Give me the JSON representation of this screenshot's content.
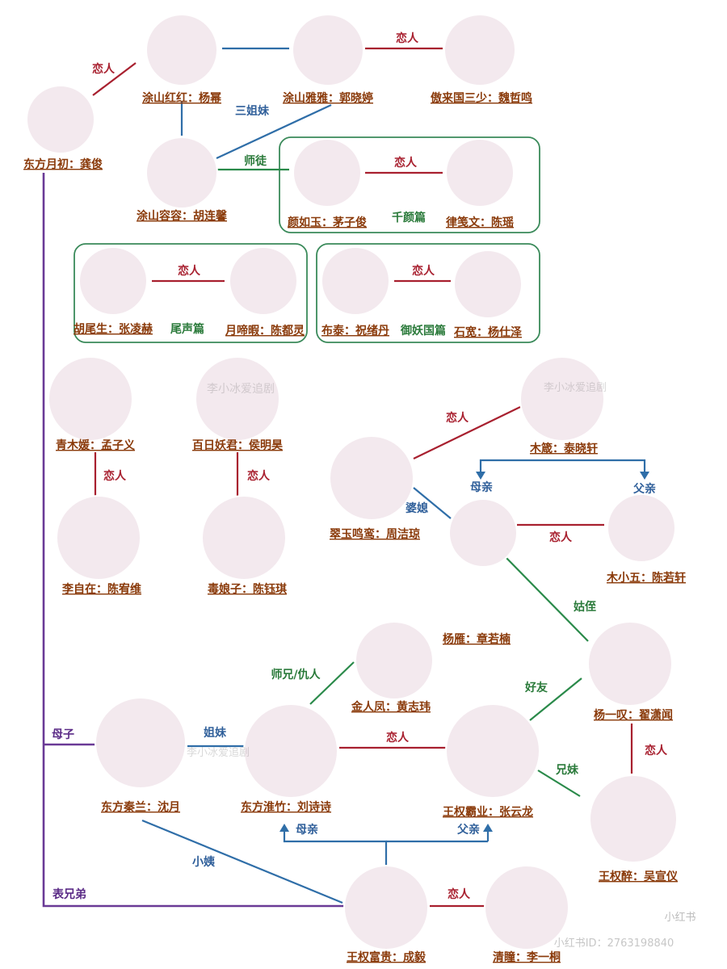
{
  "colors": {
    "red": "#a8202f",
    "blue": "#2f6ea8",
    "green": "#2a8a4a",
    "purple": "#6a3a96",
    "name": "#8a3a0a"
  },
  "people": [
    {
      "id": "tushan-honghong",
      "label": "涂山红红：杨幂"
    },
    {
      "id": "tushan-yaya",
      "label": "涂山雅雅：郭晓婷"
    },
    {
      "id": "aolai-sanshao",
      "label": "傲来国三少：魏哲鸣"
    },
    {
      "id": "dongfang-yuechu",
      "label": "东方月初：龚俊"
    },
    {
      "id": "tushan-rongrong",
      "label": "涂山容容：胡连馨"
    },
    {
      "id": "yan-ruyu",
      "label": "颜如玉：茅子俊"
    },
    {
      "id": "lv-jianwen",
      "label": "律笺文：陈瑶"
    },
    {
      "id": "hu-weisheng",
      "label": "胡尾生：张凌赫"
    },
    {
      "id": "yue-tixia",
      "label": "月啼暇：陈都灵"
    },
    {
      "id": "bu-tai",
      "label": "布泰：祝绪丹"
    },
    {
      "id": "shi-kuan",
      "label": "石宽：杨仕泽"
    },
    {
      "id": "qing-muyuan",
      "label": "青木媛：孟子义"
    },
    {
      "id": "bairi-yaojun",
      "label": "百日妖君：侯明昊"
    },
    {
      "id": "mu-zhen",
      "label": "木箴：泰晓轩"
    },
    {
      "id": "li-zizai",
      "label": "李自在：陈宥维"
    },
    {
      "id": "du-niangzi",
      "label": "毒娘子：陈钰琪"
    },
    {
      "id": "cuiyu-mingluan",
      "label": "翠玉鸣鸾：周洁琼"
    },
    {
      "id": "mu-xiaoman",
      "label": ""
    },
    {
      "id": "mu-xiaowu",
      "label": "木小五：陈若轩"
    },
    {
      "id": "yang-yan",
      "label": "杨雁：章若楠"
    },
    {
      "id": "jin-renfeng",
      "label": "金人凤：黄志玮"
    },
    {
      "id": "yang-yitan",
      "label": "杨一叹：翟潇闻"
    },
    {
      "id": "dongfang-qinlan",
      "label": "东方秦兰：沈月"
    },
    {
      "id": "dongfang-huaizhu",
      "label": "东方淮竹：刘诗诗"
    },
    {
      "id": "wangquan-baye",
      "label": "王权霸业：张云龙"
    },
    {
      "id": "wangquan-zui",
      "label": "王权醉：吴宣仪"
    },
    {
      "id": "wangquan-fugui",
      "label": "王权富贵：成毅"
    },
    {
      "id": "qing-tong",
      "label": "清瞳：李一桐"
    }
  ],
  "relations": {
    "lover": "恋人",
    "three_sisters": "三姐妹",
    "master_disciple": "师徒",
    "daughter_in_law": "婆媳",
    "mother": "母亲",
    "father": "父亲",
    "niece": "姑侄",
    "senior_enemy": "师兄/仇人",
    "friend": "好友",
    "sisters": "姐妹",
    "brother_sister": "兄妹",
    "mother_son": "母子",
    "aunt": "小姨",
    "cousins": "表兄弟"
  },
  "arcs": {
    "qianyan": "千颜篇",
    "weisheng": "尾声篇",
    "yuyao": "御妖国篇"
  },
  "watermarks": {
    "handle": "李小冰爱追剧",
    "platform": "小红书",
    "id_line": "小红书ID：2763198840"
  }
}
